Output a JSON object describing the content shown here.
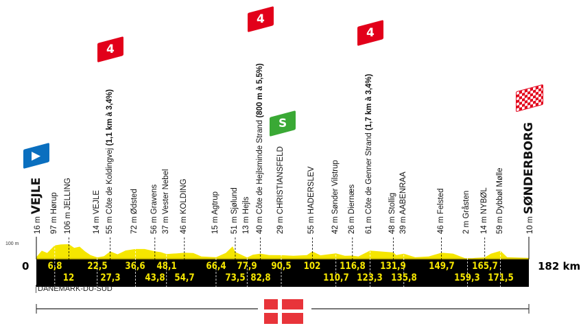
{
  "chart_data": {
    "type": "area",
    "title": "Vejle - Sønderborg",
    "xlabel": "km",
    "ylabel": "m",
    "xlim": [
      0,
      182
    ],
    "ylim": [
      0,
      100
    ],
    "y_tick_label": "100 m",
    "x_start_label": "0",
    "x_end_label": "182 km",
    "profile": [
      [
        0,
        16
      ],
      [
        2,
        60
      ],
      [
        4,
        45
      ],
      [
        6.8,
        97
      ],
      [
        9,
        104
      ],
      [
        12,
        106
      ],
      [
        14,
        80
      ],
      [
        16,
        88
      ],
      [
        18,
        55
      ],
      [
        20,
        30
      ],
      [
        22.5,
        14
      ],
      [
        25,
        22
      ],
      [
        27.3,
        55
      ],
      [
        30,
        35
      ],
      [
        33,
        62
      ],
      [
        36.6,
        72
      ],
      [
        40,
        72
      ],
      [
        43.8,
        56
      ],
      [
        46,
        50
      ],
      [
        48.1,
        37
      ],
      [
        52,
        42
      ],
      [
        54.7,
        46
      ],
      [
        58,
        44
      ],
      [
        61,
        20
      ],
      [
        66.4,
        15
      ],
      [
        70,
        45
      ],
      [
        72.5,
        90
      ],
      [
        73.5,
        51
      ],
      [
        77.9,
        13
      ],
      [
        80,
        32
      ],
      [
        82.8,
        40
      ],
      [
        86,
        30
      ],
      [
        90.5,
        29
      ],
      [
        95,
        25
      ],
      [
        100,
        30
      ],
      [
        102,
        55
      ],
      [
        105,
        28
      ],
      [
        110.7,
        42
      ],
      [
        114,
        25
      ],
      [
        116.8,
        26
      ],
      [
        119,
        20
      ],
      [
        123.3,
        61
      ],
      [
        127,
        55
      ],
      [
        131.9,
        48
      ],
      [
        133,
        30
      ],
      [
        135.8,
        39
      ],
      [
        140,
        15
      ],
      [
        145,
        20
      ],
      [
        149.7,
        46
      ],
      [
        154,
        40
      ],
      [
        159.3,
        2
      ],
      [
        162,
        10
      ],
      [
        165.7,
        14
      ],
      [
        168,
        40
      ],
      [
        171.5,
        59
      ],
      [
        174,
        15
      ],
      [
        182,
        10
      ]
    ],
    "locations": [
      {
        "km": 0,
        "alt": "16 m",
        "name": "VEJLE",
        "major": true
      },
      {
        "km": 6.8,
        "alt": "97 m",
        "name": "Hørup"
      },
      {
        "km": 12,
        "alt": "106 m",
        "name": "JELLING"
      },
      {
        "km": 22.5,
        "alt": "14 m",
        "name": "VEJLE"
      },
      {
        "km": 27.3,
        "alt": "55 m",
        "name": "Côte de Koldingvej",
        "extra": "(1,1 km à 3,4%)"
      },
      {
        "km": 36.6,
        "alt": "72 m",
        "name": "Ødsted"
      },
      {
        "km": 43.8,
        "alt": "56 m",
        "name": "Gravens"
      },
      {
        "km": 48.1,
        "alt": "37 m",
        "name": "Vester Nebel"
      },
      {
        "km": 54.7,
        "alt": "46 m",
        "name": "KOLDING"
      },
      {
        "km": 66.4,
        "alt": "15 m",
        "name": "Agtrup"
      },
      {
        "km": 73.5,
        "alt": "51 m",
        "name": "Sjølund"
      },
      {
        "km": 77.9,
        "alt": "13 m",
        "name": "Hejls"
      },
      {
        "km": 82.8,
        "alt": "40 m",
        "name": "Côte de Hejlsminde Strand",
        "extra": "(800 m à 5,5%)"
      },
      {
        "km": 90.5,
        "alt": "29 m",
        "name": "CHRISTIANSFELD"
      },
      {
        "km": 102,
        "alt": "55 m",
        "name": "HADERSLEV"
      },
      {
        "km": 110.7,
        "alt": "42 m",
        "name": "Sønder Vilstrup"
      },
      {
        "km": 116.8,
        "alt": "26 m",
        "name": "Diernæs"
      },
      {
        "km": 123.3,
        "alt": "61 m",
        "name": "Côte de Genner Strand",
        "extra": "(1,7 km à 3,4%)"
      },
      {
        "km": 131.9,
        "alt": "48 m",
        "name": "Stollig"
      },
      {
        "km": 135.8,
        "alt": "39 m",
        "name": "AABENRAA"
      },
      {
        "km": 149.7,
        "alt": "46 m",
        "name": "Felsted"
      },
      {
        "km": 159.3,
        "alt": "2 m",
        "name": "Gråsten"
      },
      {
        "km": 165.7,
        "alt": "14 m",
        "name": "NYBØL"
      },
      {
        "km": 171.5,
        "alt": "59 m",
        "name": "Dybbøl Mølle"
      },
      {
        "km": 182,
        "alt": "10 m",
        "name": "SØNDERBORG",
        "major": true
      }
    ],
    "km_labels_top": [
      "6,8",
      "22,5",
      "36,6",
      "48,1",
      "66,4",
      "77,9",
      "90,5",
      "102",
      "116,8",
      "131,9",
      "149,7",
      "165,7"
    ],
    "km_labels_bottom": [
      "12",
      "27,3",
      "43,8",
      "54,7",
      "73,5",
      "82,8",
      "110,7",
      "123,3",
      "135,8",
      "159,3",
      "171,5"
    ],
    "climbs": [
      {
        "km": 27.3,
        "category": "4"
      },
      {
        "km": 82.8,
        "category": "4"
      },
      {
        "km": 123.3,
        "category": "4"
      }
    ],
    "sprint": {
      "km": 90.5,
      "label": "S"
    }
  },
  "region": "DANEMARK-DU-SUD",
  "colors": {
    "profile": "#f5e600",
    "band": "#000000",
    "climb": "#e2001a",
    "sprint": "#3aa935",
    "start": "#0a6fbf"
  }
}
